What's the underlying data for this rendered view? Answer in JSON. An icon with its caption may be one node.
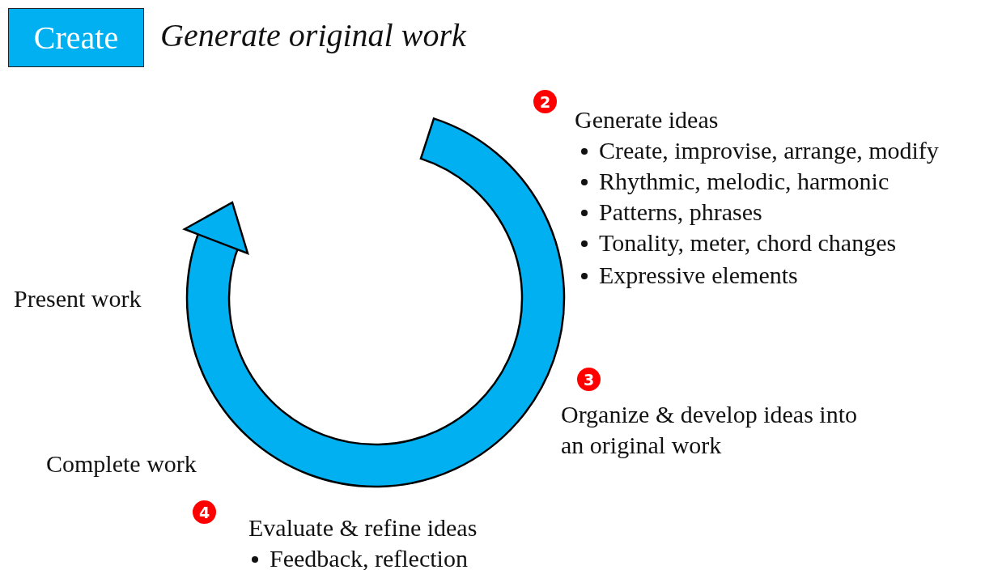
{
  "diagram": {
    "title": "Generate original work",
    "nodes": [
      {
        "text": [
          "Create"
        ]
      },
      {
        "text": [
          "2"
        ]
      },
      {
        "text": [
          "3"
        ]
      },
      {
        "text": [
          "4"
        ]
      }
    ],
    "labels": [
      "Generate ideas",
      "Create, improvise, arrange, modify",
      "Rhythmic, melodic, harmonic",
      "Patterns, phrases",
      "Tonality, meter, chord changes",
      "Expressive elements",
      "Present work",
      "Organize & develop ideas into an original work",
      "Complete work",
      "Evaluate & refine ideas",
      "Feedback, reflection"
    ]
  }
}
